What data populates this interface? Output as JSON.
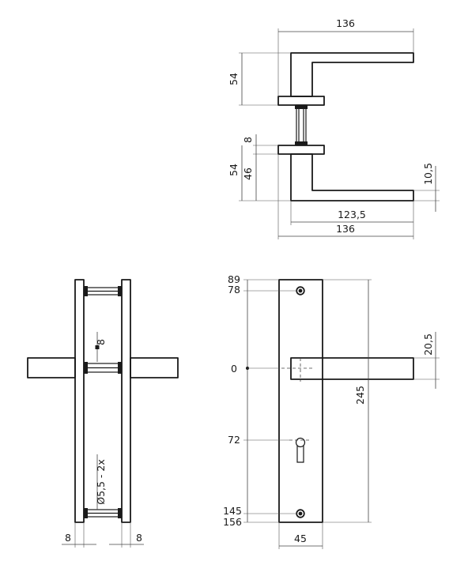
{
  "colors": {
    "line": "#1a1a1a",
    "dimension": "#444444",
    "background": "#ffffff"
  },
  "side_view": {
    "dim_total_width_top": "136",
    "dim_lever_height_top": "54",
    "dim_rose_thickness": "8",
    "dim_lever_height_bottom": "54",
    "dim_rose_to_grip": "46",
    "dim_grip_thickness": "10,5",
    "dim_lever_reach": "123,5",
    "dim_total_width_bottom": "136"
  },
  "section_view": {
    "dim_spindle_square": "8",
    "dim_screw_spec": "Ø5,5 - 2x",
    "dim_plate_left": "8",
    "dim_plate_right": "8"
  },
  "front_view": {
    "dim_top_edge": "89",
    "dim_top_screw": "78",
    "dim_spindle_center": "0",
    "dim_keyhole": "72",
    "dim_bottom_screw": "145",
    "dim_bottom_edge": "156",
    "dim_plate_height": "245",
    "dim_handle_height": "20,5",
    "dim_plate_width": "45"
  }
}
